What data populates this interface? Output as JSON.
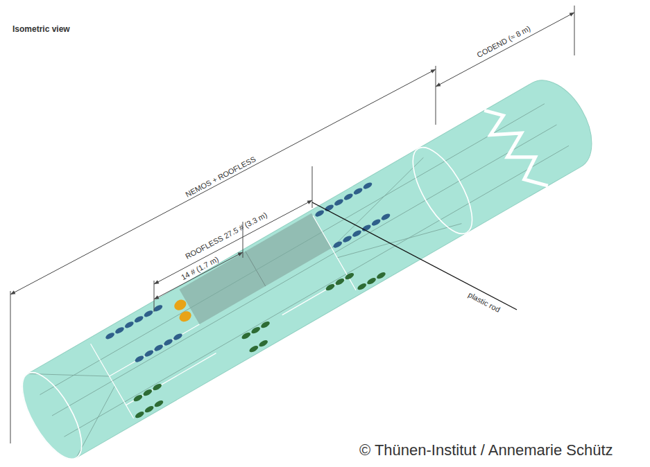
{
  "diagram": {
    "title": "Isometric view",
    "labels": [
      "NEMOS + ROOFLESS",
      "ROOFLESS 27.5 # (3.3 m)",
      "14 # (1.7 m)",
      "CODEND (≈ 8 m)",
      "plastic rod",
      "© Thünen-Institut / Annemarie Schütz"
    ]
  }
}
